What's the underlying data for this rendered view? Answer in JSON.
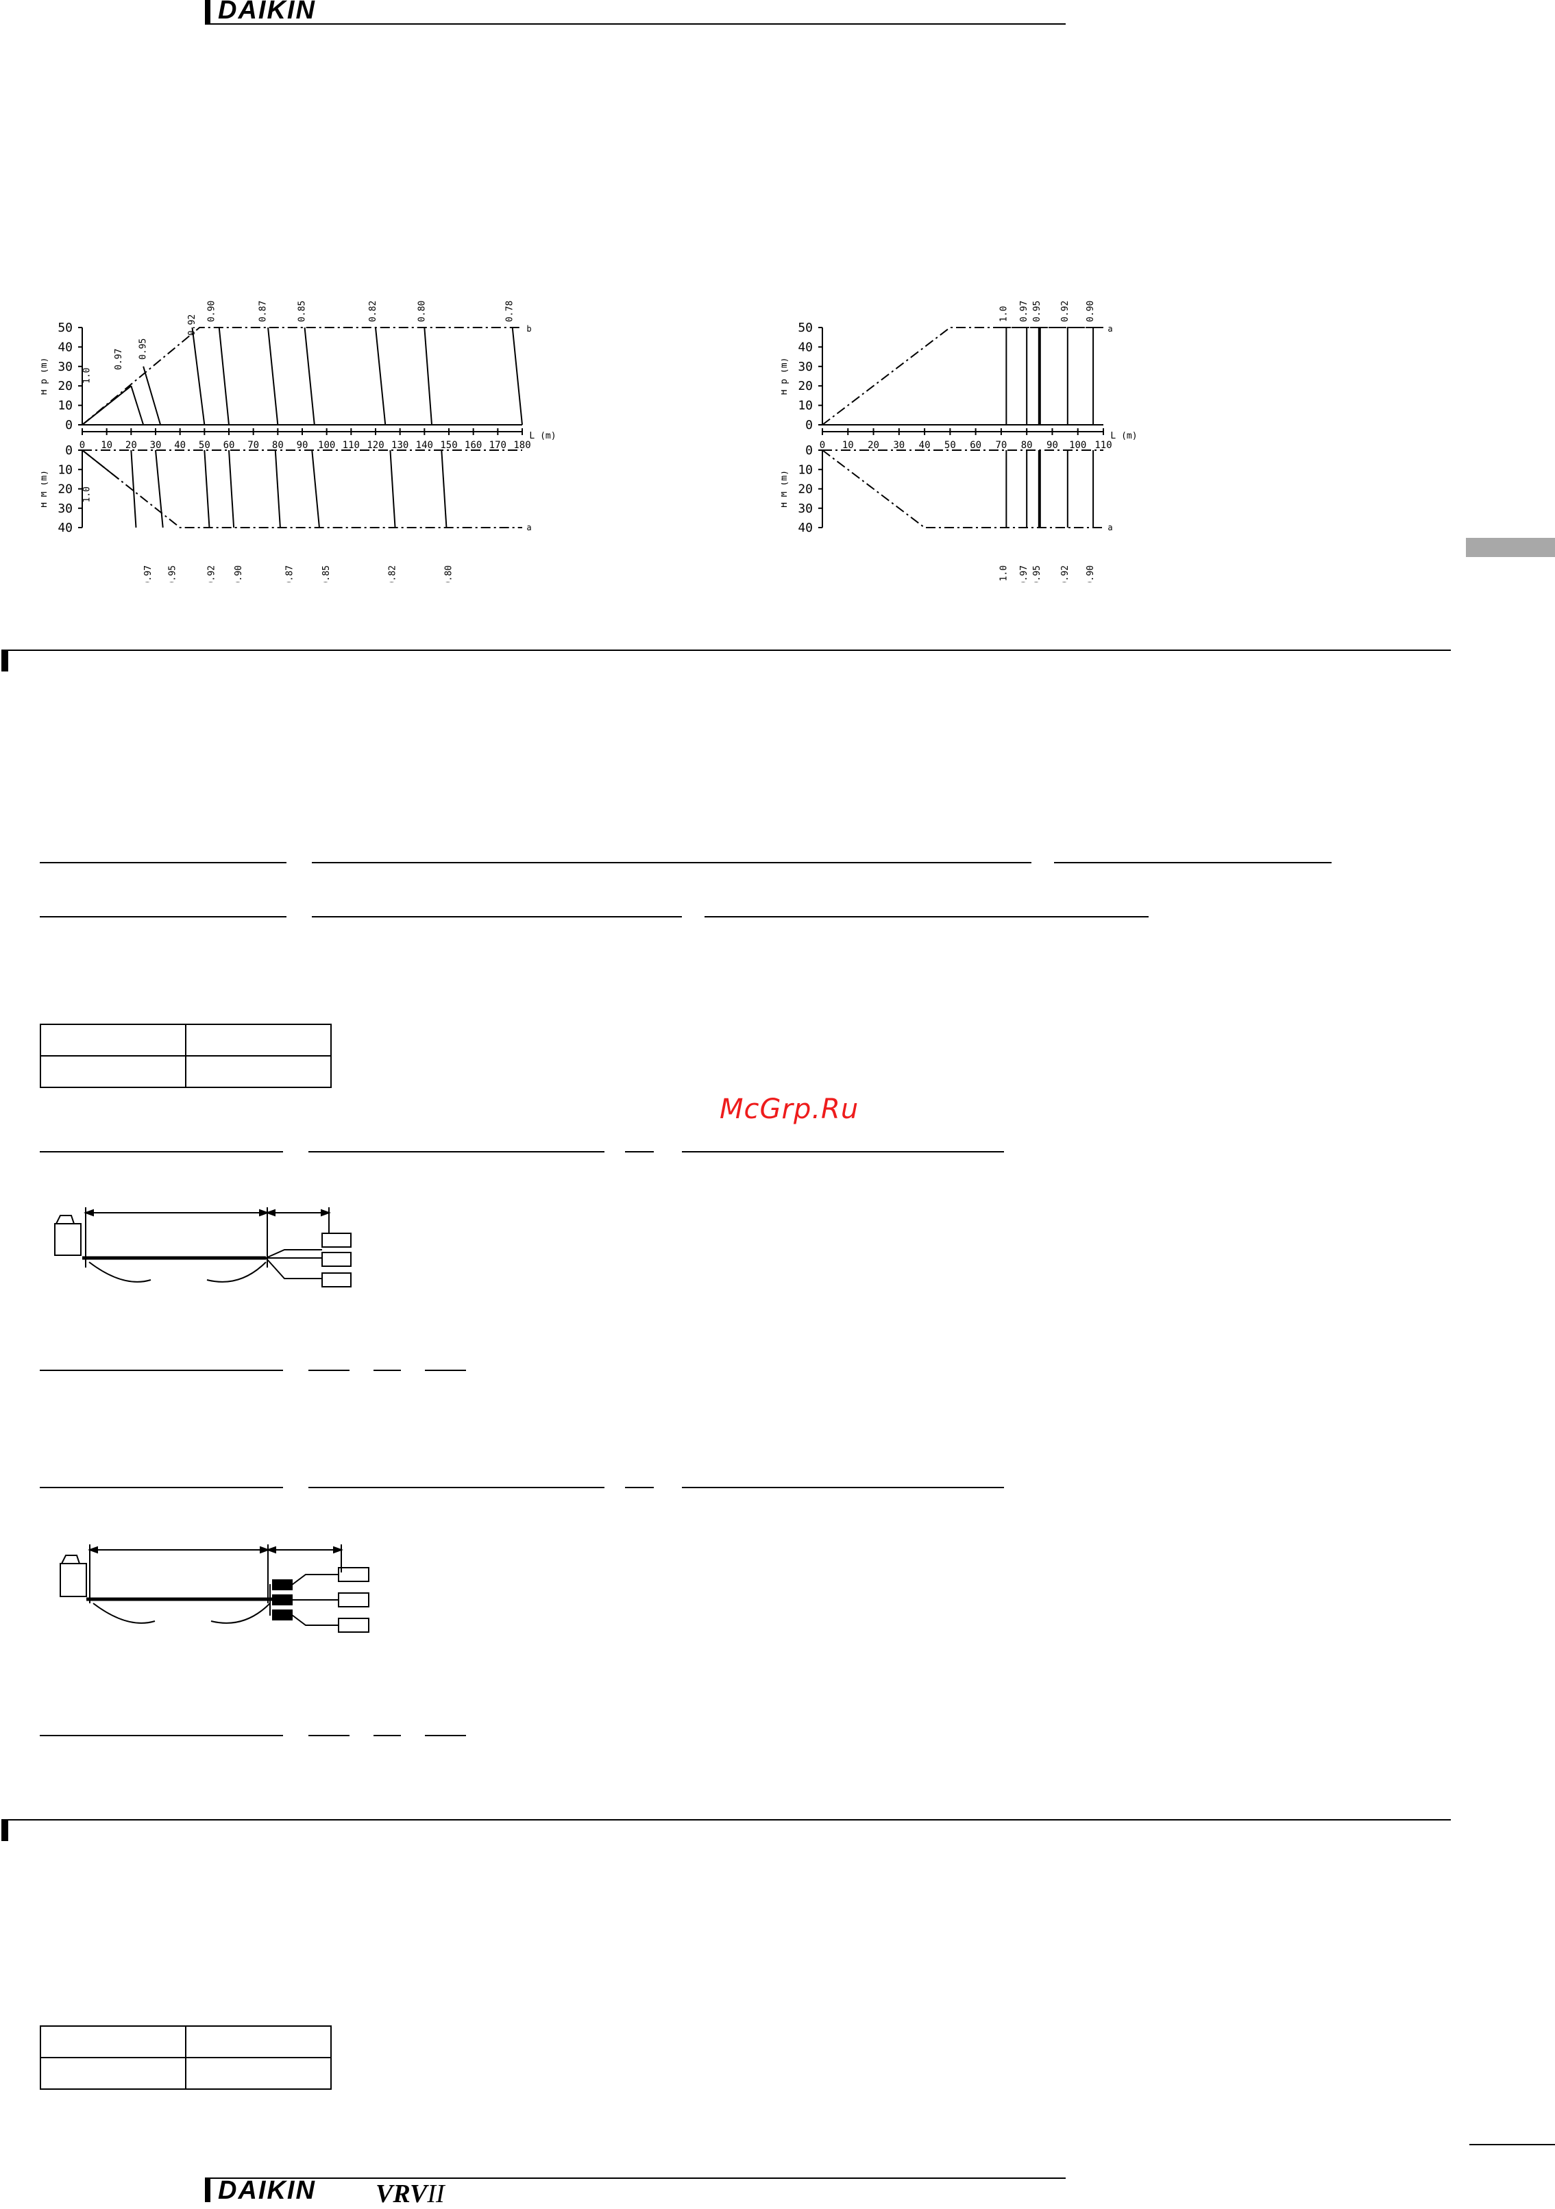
{
  "header": {
    "brand": "DAIKIN"
  },
  "footer": {
    "brand": "DAIKIN",
    "product": "VRV",
    "product_suffix": "II"
  },
  "watermark": "McGrp.Ru",
  "chart_data": [
    {
      "type": "line",
      "xlabel": "L (m)",
      "ylabel_top": "H p (m)",
      "ylabel_bottom": "H M (m)",
      "x_ticks": [
        "0",
        "10",
        "20",
        "30",
        "40",
        "50",
        "60",
        "70",
        "80",
        "90",
        "100",
        "110",
        "120",
        "130",
        "140",
        "150",
        "160",
        "170",
        "180"
      ],
      "y_ticks_top": [
        "50",
        "40",
        "30",
        "20",
        "10",
        "0"
      ],
      "y_ticks_bottom": [
        "0",
        "10",
        "20",
        "30",
        "40"
      ],
      "top_labels": [
        "1.0",
        "0.97",
        "0.95",
        "0.92",
        "0.90",
        "0.87",
        "0.85",
        "0.82",
        "0.80",
        "0.78"
      ],
      "bottom_labels": [
        "1.0",
        "0.97",
        "0.95",
        "0.92",
        "0.90",
        "0.87",
        "0.85",
        "0.82",
        "0.80"
      ],
      "end_label_top": "b",
      "end_label_bottom": "a",
      "xlim": [
        0,
        180
      ],
      "ylim_top": [
        0,
        50
      ],
      "ylim_bottom": [
        0,
        40
      ]
    },
    {
      "type": "line",
      "xlabel": "L (m)",
      "ylabel_top": "H p (m)",
      "ylabel_bottom": "H M (m)",
      "x_ticks": [
        "0",
        "10",
        "20",
        "30",
        "40",
        "50",
        "60",
        "70",
        "80",
        "90",
        "100",
        "110"
      ],
      "y_ticks_top": [
        "50",
        "40",
        "30",
        "20",
        "10",
        "0"
      ],
      "y_ticks_bottom": [
        "0",
        "10",
        "20",
        "30",
        "40"
      ],
      "top_labels": [
        "1.0",
        "0.97",
        "0.95",
        "0.92",
        "0.90"
      ],
      "bottom_labels": [
        "1.0",
        "0.97",
        "0.95",
        "0.92",
        "0.90"
      ],
      "end_label_top": "a",
      "end_label_bottom": "a",
      "xlim": [
        0,
        110
      ],
      "ylim_top": [
        0,
        50
      ],
      "ylim_bottom": [
        0,
        40
      ]
    }
  ]
}
